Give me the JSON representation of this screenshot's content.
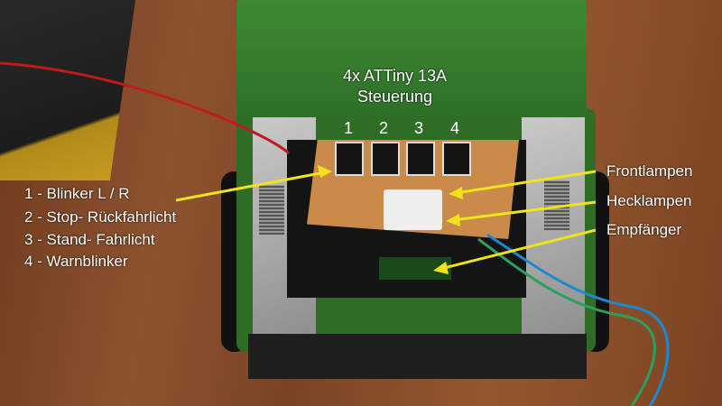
{
  "title": {
    "line1": "4x ATTiny 13A",
    "line2": "Steuerung"
  },
  "chip_numbers": [
    "1",
    "2",
    "3",
    "4"
  ],
  "legend": [
    "1 - Blinker L / R",
    "2 - Stop- Rückfahrlicht",
    "3 - Stand- Fahrlicht",
    "4 - Warnblinker"
  ],
  "right_labels": [
    "Frontlampen",
    "Hecklampen",
    "Empfänger"
  ],
  "colors": {
    "arrow": "#f2e21a",
    "text": "#ffffff",
    "body_green": "#2f6d27"
  }
}
